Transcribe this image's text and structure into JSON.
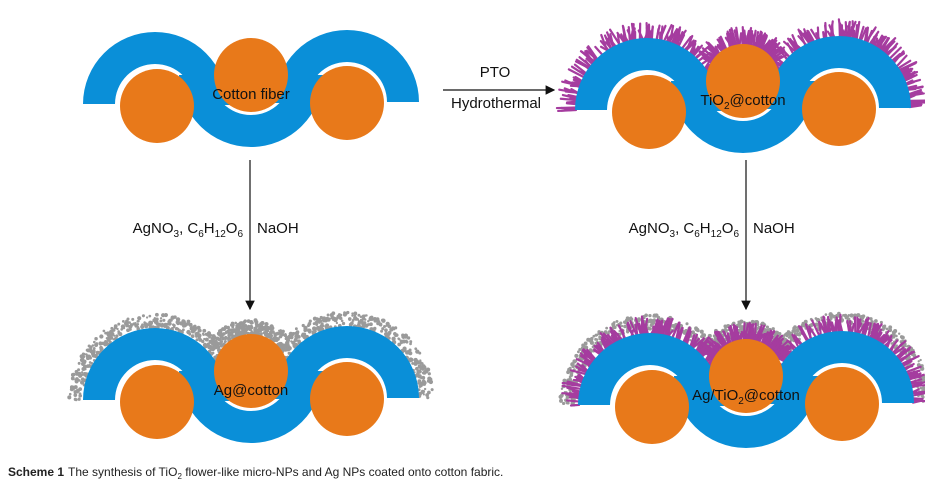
{
  "colors": {
    "fiber": "#0a8fd8",
    "particle": "#e8791a",
    "tio2": "#a53c9f",
    "ag": "#9a9a9a",
    "line": "#111111"
  },
  "panels": {
    "cotton": {
      "label": [
        "Cotton fiber"
      ]
    },
    "tio2": {
      "label": [
        "TiO",
        "2",
        "@cotton"
      ]
    },
    "ag": {
      "label": [
        "Ag@cotton"
      ]
    },
    "agtio2": {
      "label": [
        "Ag/TiO",
        "2",
        "@cotton"
      ]
    }
  },
  "arrows": {
    "horizontal": {
      "top": "PTO",
      "bottom": "Hydrothermal"
    },
    "left": {
      "reagent_parts": [
        "AgNO",
        "3",
        ", C",
        "6",
        "H",
        "12",
        "O",
        "6"
      ],
      "side": "NaOH"
    },
    "right": {
      "reagent_parts": [
        "AgNO",
        "3",
        ", C",
        "6",
        "H",
        "12",
        "O",
        "6"
      ],
      "side": "NaOH"
    }
  },
  "caption": {
    "prefix": "Scheme 1",
    "text_parts": [
      "The synthesis of TiO",
      "2",
      " flower-like micro-NPs and Ag NPs coated onto cotton fabric."
    ]
  }
}
